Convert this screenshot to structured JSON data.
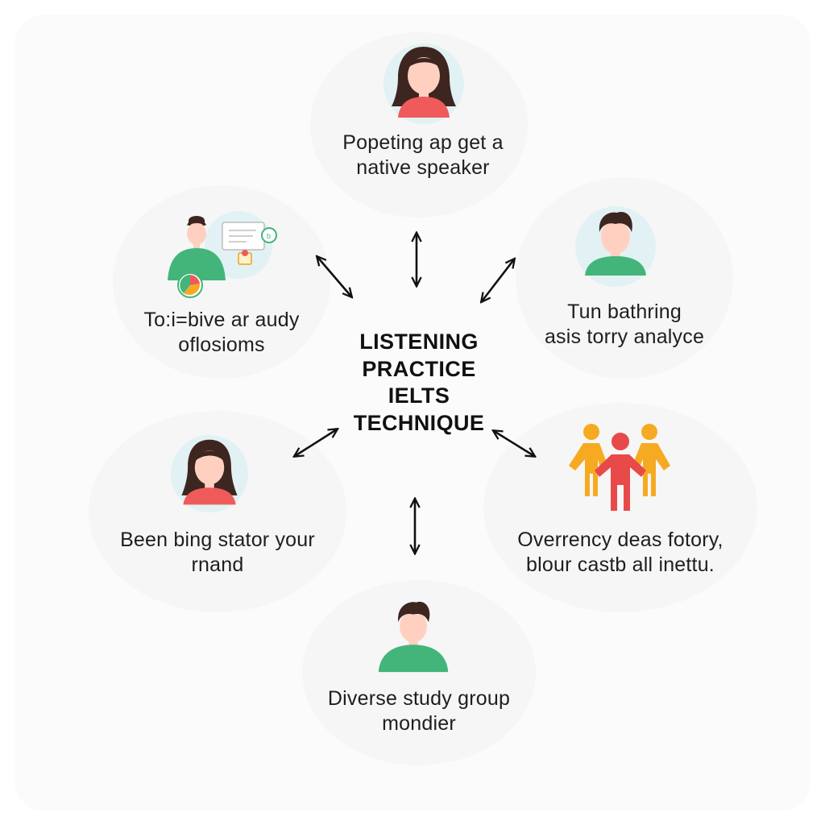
{
  "center": {
    "lines": [
      "LISTENING",
      "PRACTICE",
      "IELTS",
      "TECHNIQUE"
    ]
  },
  "nodes": {
    "top": {
      "icon": "woman-avatar-icon",
      "lines": [
        "Popeting ap get a",
        "native speaker"
      ]
    },
    "upper_left": {
      "icon": "man-with-chat-board-icon",
      "lines": [
        "To:i=bive ar audy",
        "oflosioms"
      ]
    },
    "upper_right": {
      "icon": "man-avatar-icon",
      "lines": [
        "Tun bathring",
        "asis torry analyce"
      ]
    },
    "lower_left": {
      "icon": "girl-avatar-icon",
      "lines": [
        "Been bing stator your",
        "rnand"
      ]
    },
    "lower_right": {
      "icon": "group-of-people-icon",
      "lines": [
        "Overrency deas fotory,",
        "blour castb all inettu."
      ]
    },
    "bottom": {
      "icon": "man-avatar-icon",
      "lines": [
        "Diverse study group",
        "mondier"
      ]
    }
  },
  "colors": {
    "hair": "#3d2620",
    "skin": "#ffd0c0",
    "shirt_red": "#ef5b5b",
    "shirt_green": "#43b57a",
    "circle_bg": "#e2f1f4",
    "group_orange": "#f6aa22",
    "group_red": "#e84a4a",
    "arrow": "#111111"
  }
}
